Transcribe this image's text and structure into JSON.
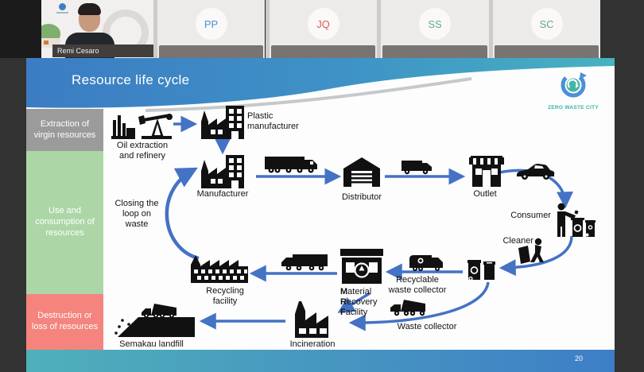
{
  "meeting": {
    "participants": [
      {
        "name": "Remi Cesaro",
        "type": "video"
      },
      {
        "initials": "PP",
        "color": "#4a90d9"
      },
      {
        "initials": "JQ",
        "color": "#e05a4e"
      },
      {
        "initials": "SS",
        "color": "#62a893"
      },
      {
        "initials": "SC",
        "color": "#62a893"
      }
    ]
  },
  "slide": {
    "title": "Resource life cycle",
    "page_number": "20",
    "logo": {
      "text": "ZERO WASTE CITY",
      "color": "#35b3ab"
    },
    "sidebar": [
      {
        "label": "Extraction of virgin resources",
        "color": "#9b9b9b"
      },
      {
        "label": "Use and consumption of resources",
        "color": "#acd6a6"
      },
      {
        "label": "Destruction or loss of resources",
        "color": "#f5847e"
      }
    ],
    "labels": {
      "oil": [
        "Oil extraction",
        "and refinery"
      ],
      "plastic": [
        "Plastic",
        "manufacturer"
      ],
      "manufacturer": "Manufacturer",
      "distributor": "Distributor",
      "outlet": "Outlet",
      "consumer": "Consumer",
      "cleaner": "Cleaner",
      "recyclable": [
        "Recyclable",
        "waste collector"
      ],
      "mrf": [
        {
          "b": "M",
          "rest": "aterial"
        },
        {
          "b": "R",
          "rest": "ecovery"
        },
        {
          "b": "F",
          "rest": "acility"
        }
      ],
      "recycling": [
        "Recycling",
        "facility"
      ],
      "closing": [
        "Closing the",
        "loop on",
        "waste"
      ],
      "waste_collector": "Waste collector",
      "incineration": "Incineration",
      "landfill": "Semakau landfill"
    },
    "colors": {
      "arrow": "#4472c4",
      "header_left": "#3c7cc3",
      "header_right": "#47b2c0",
      "bar_left": "#4fb0ba",
      "bar_right": "#3e7ec6"
    },
    "icons": {
      "oil-pump-icon": "pumpjack-and-refinery silhouette",
      "factory-icon": "factory silhouette",
      "semi-truck-icon": "semi truck silhouette",
      "warehouse-icon": "garage / distributor building",
      "van-icon": "delivery van silhouette",
      "storefront-icon": "shop with awning",
      "car-icon": "sedan silhouette",
      "consumer-icon": "person throwing waste into bins",
      "cleaner-icon": "person pushing bin",
      "bins-icon": "two waste bins",
      "garbage-truck-icon": "recycling collection truck",
      "box-truck-icon": "box truck silhouette",
      "mrf-icon": "building with recycle symbol",
      "recycling-plant-icon": "large factory silhouette",
      "dump-truck-icon": "dump truck silhouette",
      "incinerator-icon": "plant with tall chimney",
      "landfill-icon": "truck dumping over slope",
      "zero-waste-city-logo-icon": "circular recycle arrows"
    }
  }
}
